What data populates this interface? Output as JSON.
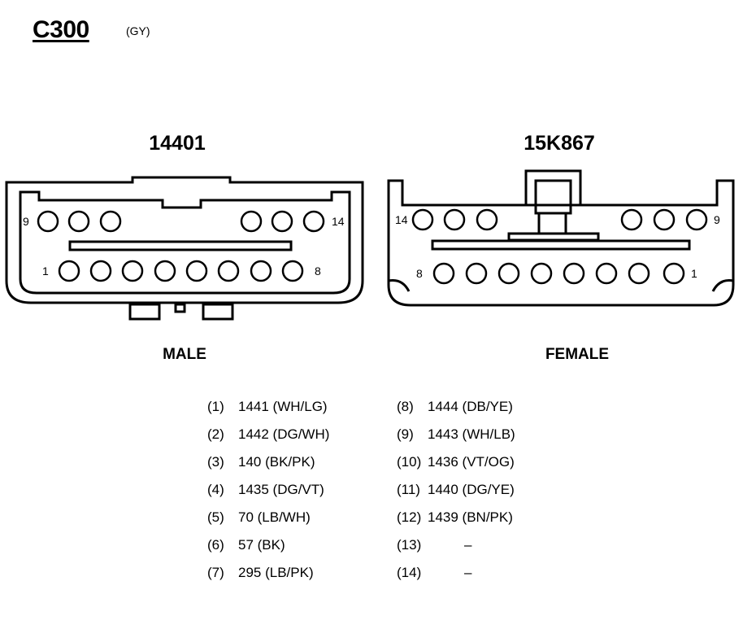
{
  "connector": {
    "id": "C300",
    "color": "(GY)"
  },
  "male": {
    "part_number": "14401",
    "label": "MALE",
    "pin_labels": {
      "top_left": "9",
      "top_right": "14",
      "bottom_left": "1",
      "bottom_right": "8"
    }
  },
  "female": {
    "part_number": "15K867",
    "label": "FEMALE",
    "pin_labels": {
      "top_left": "14",
      "top_right": "9",
      "bottom_left": "8",
      "bottom_right": "1"
    }
  },
  "pins": [
    {
      "num": "(1)",
      "circuit": "1441 (WH/LG)"
    },
    {
      "num": "(2)",
      "circuit": "1442 (DG/WH)"
    },
    {
      "num": "(3)",
      "circuit": "140 (BK/PK)"
    },
    {
      "num": "(4)",
      "circuit": "1435 (DG/VT)"
    },
    {
      "num": "(5)",
      "circuit": "70 (LB/WH)"
    },
    {
      "num": "(6)",
      "circuit": "57 (BK)"
    },
    {
      "num": "(7)",
      "circuit": "295 (LB/PK)"
    },
    {
      "num": "(8)",
      "circuit": "1444 (DB/YE)"
    },
    {
      "num": "(9)",
      "circuit": "1443 (WH/LB)"
    },
    {
      "num": "(10)",
      "circuit": "1436 (VT/OG)"
    },
    {
      "num": "(11)",
      "circuit": "1440 (DG/YE)"
    },
    {
      "num": "(12)",
      "circuit": "1439 (BN/PK)"
    },
    {
      "num": "(13)",
      "circuit": "–"
    },
    {
      "num": "(14)",
      "circuit": "–"
    }
  ]
}
